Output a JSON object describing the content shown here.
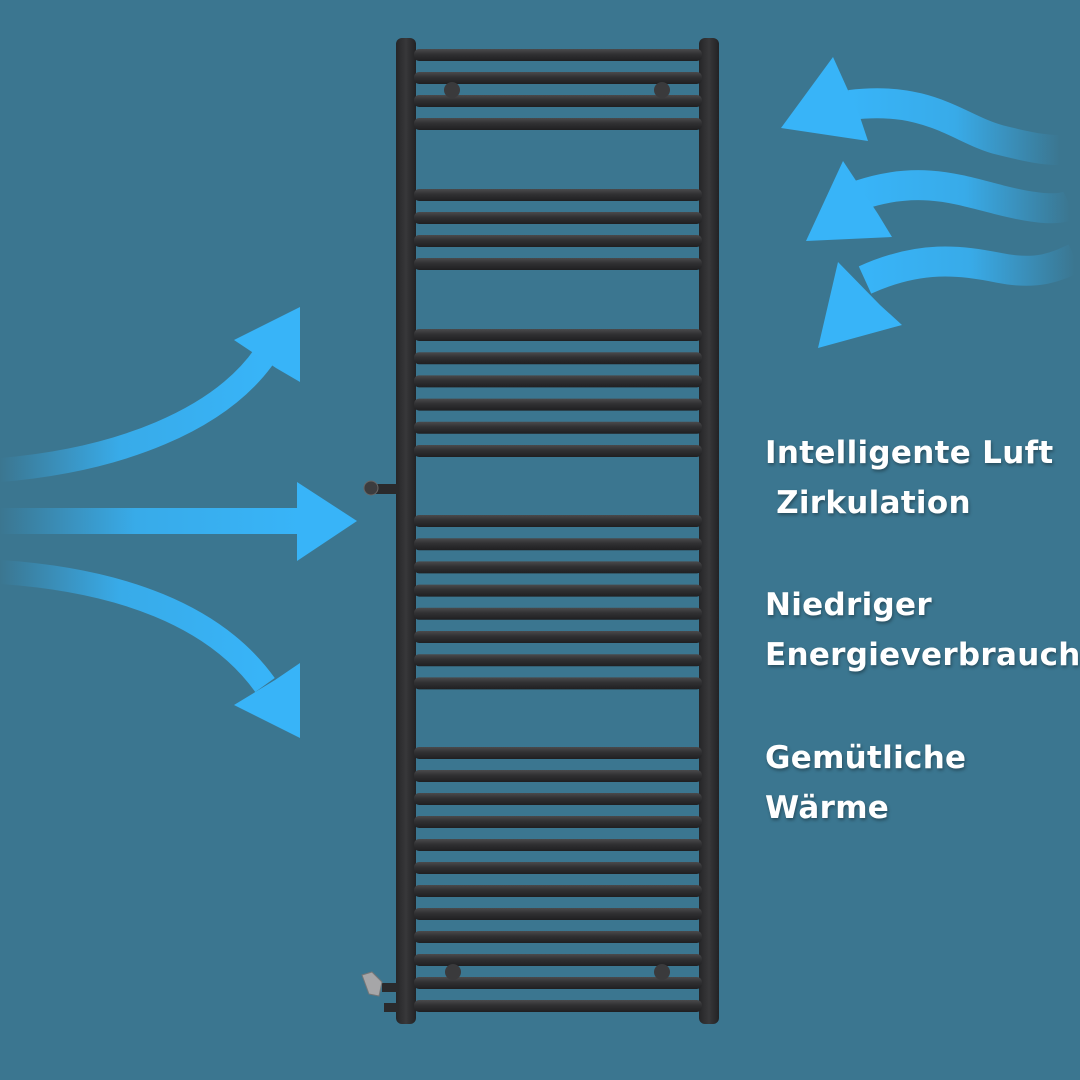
{
  "colors": {
    "background": "#3B7690",
    "arrow": "#38B4F8",
    "radiator": "#2E2E30",
    "text": "#FFFFFF"
  },
  "features": [
    {
      "line1": "Intelligente Luft",
      "line2": " Zirkulation"
    },
    {
      "line1": "Niedriger",
      "line2": "Energieverbrauch"
    },
    {
      "line1": "Gemütliche",
      "line2": "Wärme"
    }
  ],
  "icons": {
    "left_arrows": [
      "arrow-up-right-icon",
      "arrow-right-icon",
      "arrow-down-right-icon"
    ],
    "right_arrows": [
      "arrow-curved-left-icon",
      "arrow-curved-left-icon",
      "arrow-curved-left-icon"
    ]
  },
  "radiator": {
    "type": "towel-radiator",
    "bar_groups": [
      4,
      4,
      6,
      8,
      12
    ]
  }
}
